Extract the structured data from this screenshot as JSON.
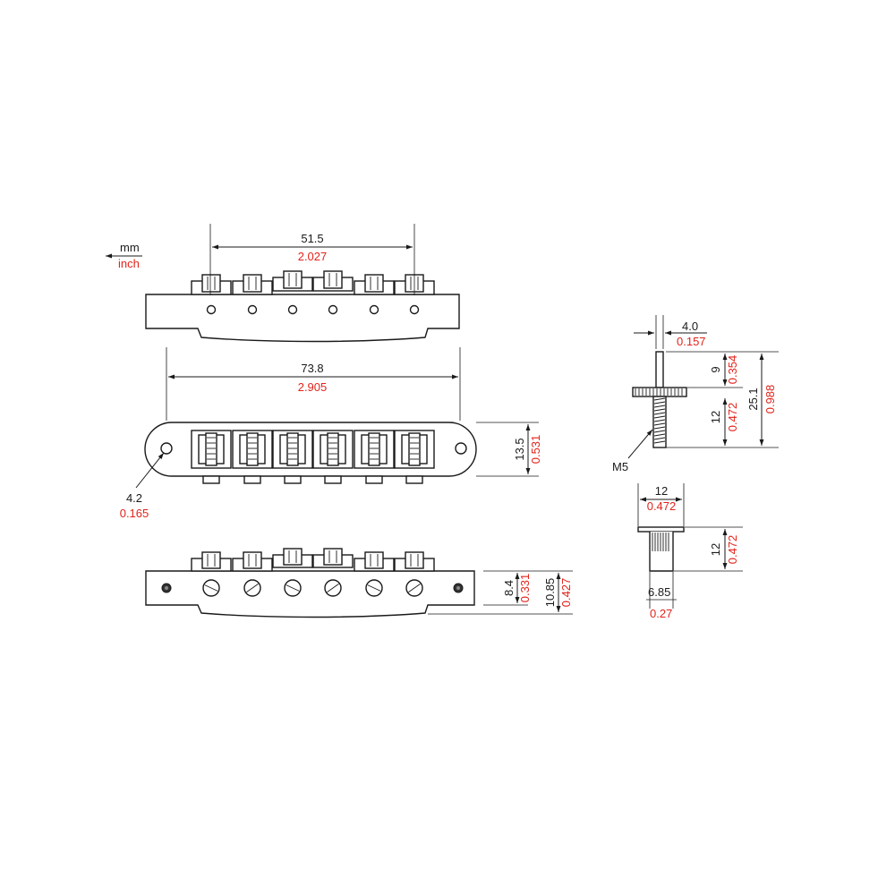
{
  "legend": {
    "mm_label": "mm",
    "inch_label": "inch"
  },
  "top_view": {
    "spacing_mm": "51.5",
    "spacing_in": "2.027"
  },
  "middle_view": {
    "length_mm": "73.8",
    "length_in": "2.905",
    "width_mm": "13.5",
    "width_in": "0.531",
    "hole_mm": "4.2",
    "hole_in": "0.165"
  },
  "bottom_view": {
    "h1_mm": "8.4",
    "h1_in": "0.331",
    "h2_mm": "10.85",
    "h2_in": "0.427"
  },
  "stud": {
    "dia_mm": "4.0",
    "dia_in": "0.157",
    "top_mm": "9",
    "top_in": "0.354",
    "thread_mm": "12",
    "thread_in": "0.472",
    "total_mm": "25.1",
    "total_in": "0.988",
    "thread_label": "M5"
  },
  "anchor": {
    "head_mm": "12",
    "head_in": "0.472",
    "height_mm": "12",
    "height_in": "0.472",
    "body_mm": "6.85",
    "body_in": "0.27"
  },
  "colors": {
    "metric": "#1a1a1a",
    "imperial": "#e2231a"
  }
}
